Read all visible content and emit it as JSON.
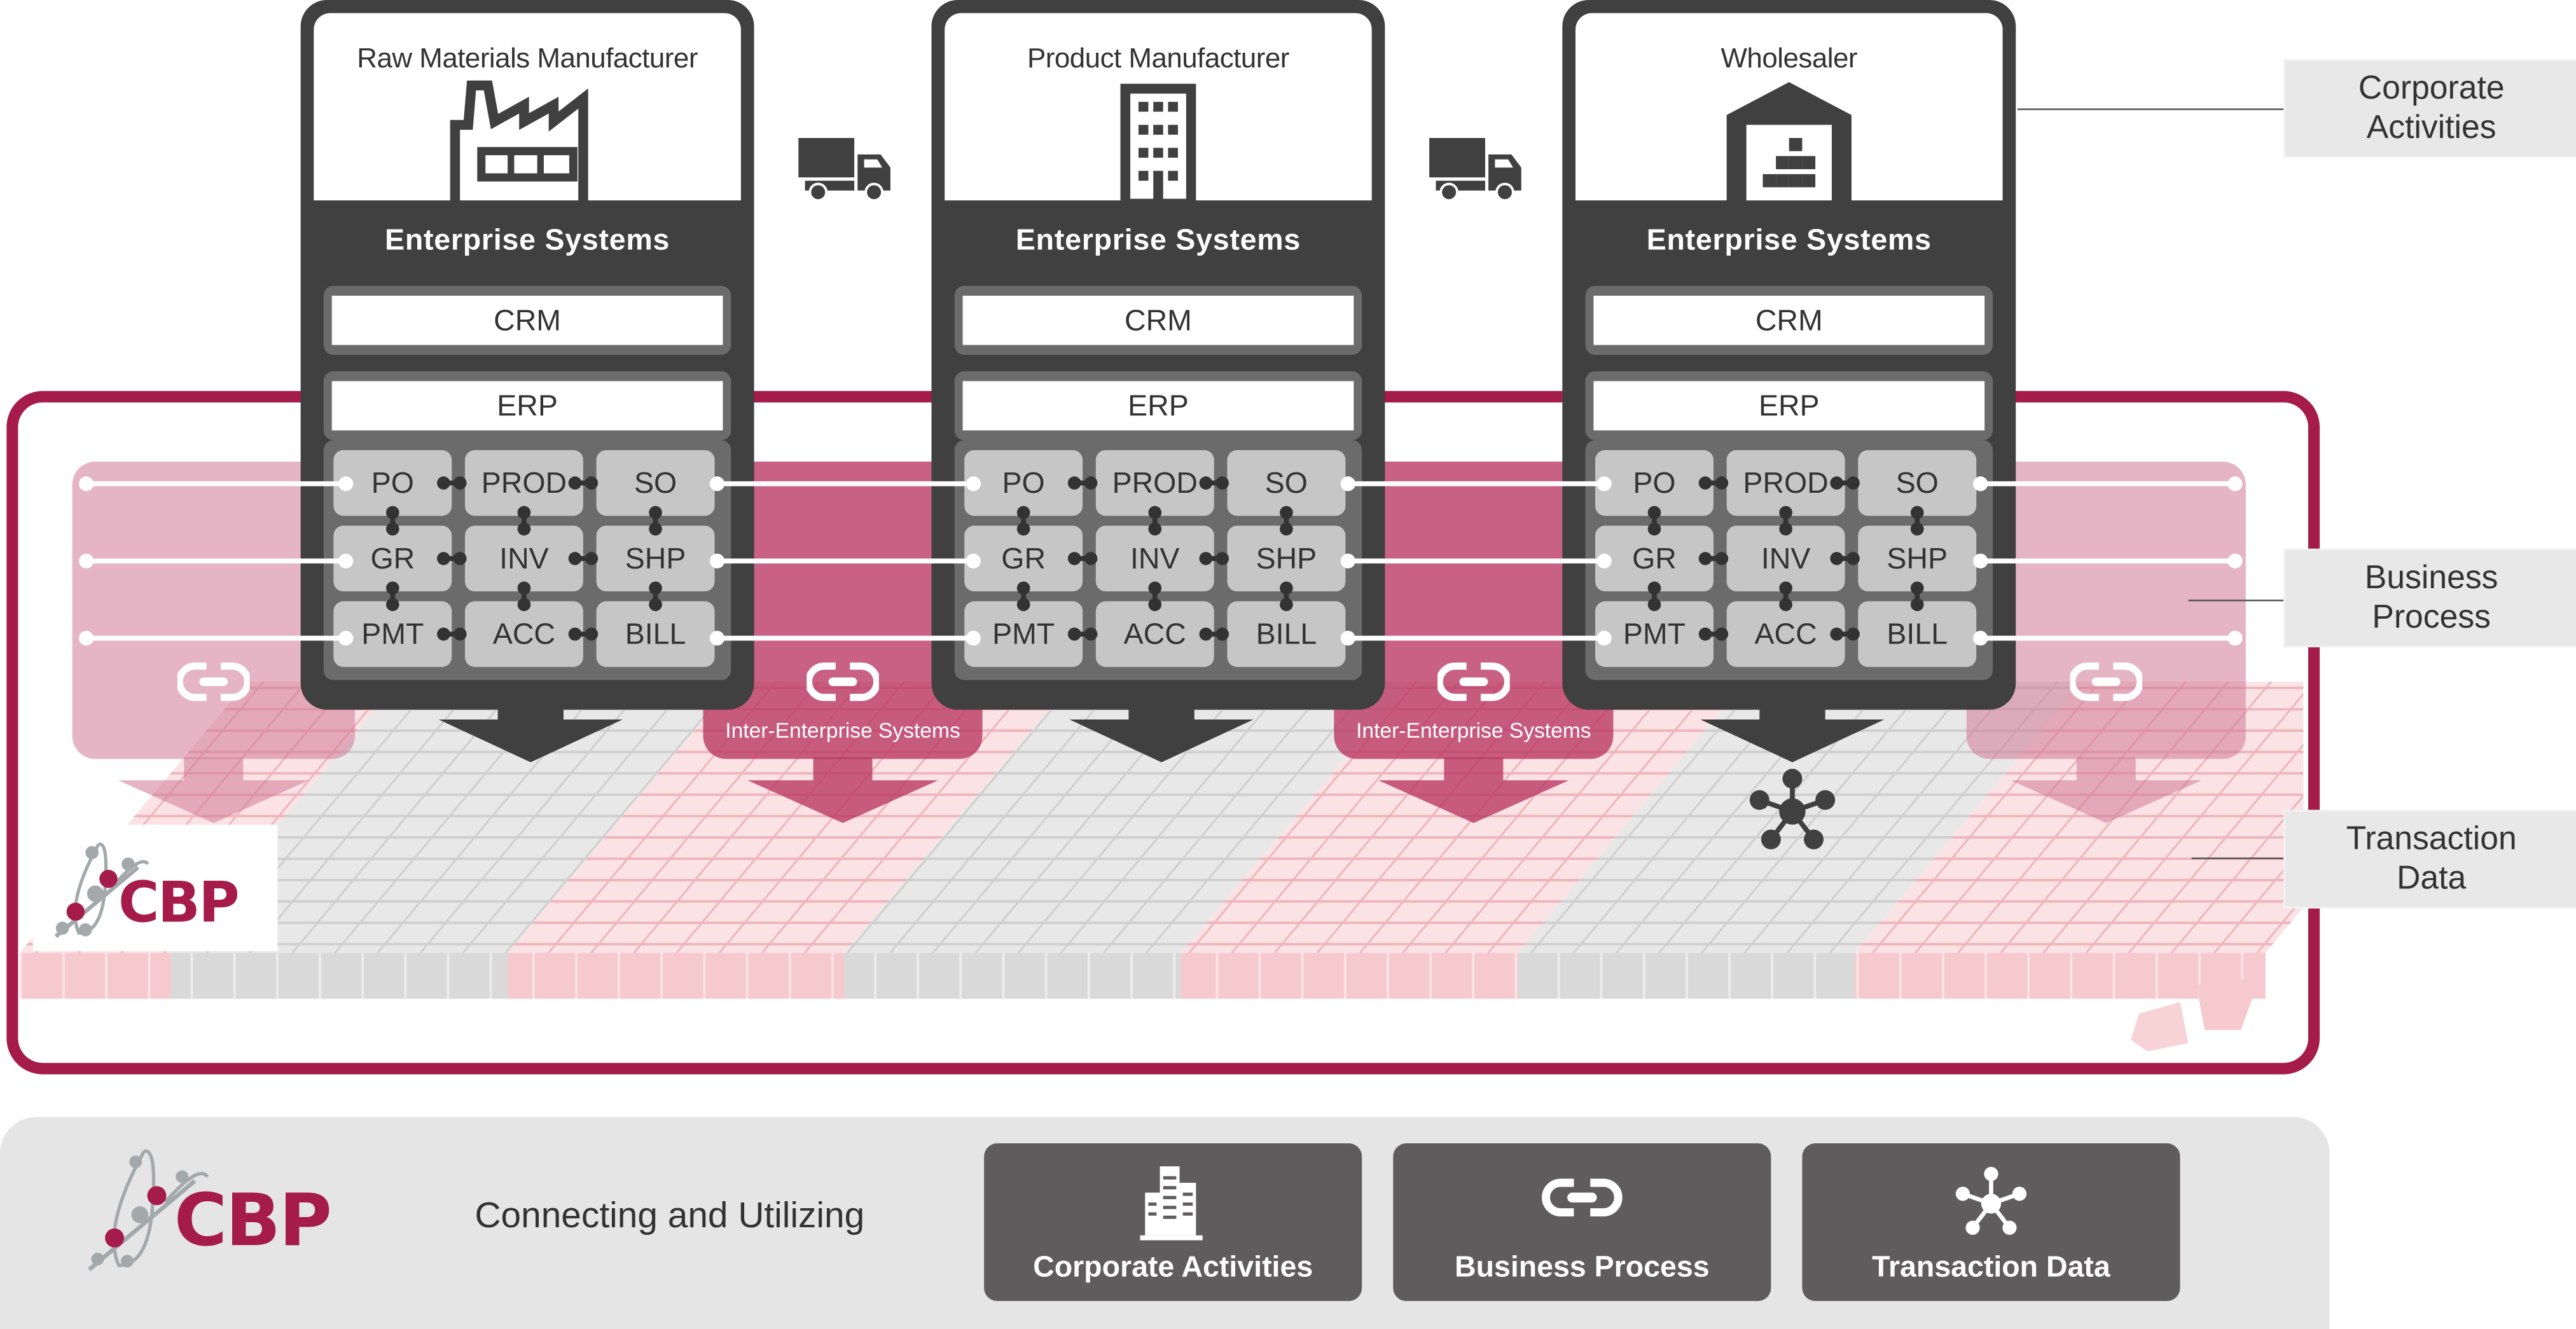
{
  "diagram": {
    "enterprises": [
      {
        "name": "Raw Materials Manufacturer",
        "icon": "factory-icon"
      },
      {
        "name": "Product Manufacturer",
        "icon": "office-building-icon"
      },
      {
        "name": "Wholesaler",
        "icon": "warehouse-icon"
      }
    ],
    "enterprise_systems_label": "Enterprise Systems",
    "crm_label": "CRM",
    "erp_label": "ERP",
    "process_modules": [
      "PO",
      "PROD",
      "SO",
      "GR",
      "INV",
      "SHP",
      "PMT",
      "ACC",
      "BILL"
    ],
    "inter_enterprise_label": "Inter-Enterprise Systems",
    "transport_icon": "truck-icon",
    "link_icon": "chain-link-icon",
    "data_hub_icon": "network-hub-icon",
    "side_labels": {
      "corporate": [
        "Corporate",
        "Activities"
      ],
      "business": [
        "Business",
        "Process"
      ],
      "transaction": [
        "Transaction",
        "Data"
      ]
    },
    "logo_text": "CBP"
  },
  "footer": {
    "logo_text": "CBP",
    "tagline": "Connecting and Utilizing",
    "tiles": [
      {
        "label": "Corporate Activities",
        "icon": "buildings-icon"
      },
      {
        "label": "Business Process",
        "icon": "chain-link-icon"
      },
      {
        "label": "Transaction Data",
        "icon": "network-hub-icon"
      }
    ]
  },
  "colors": {
    "crimson": "#a51b4a",
    "dark": "#404040",
    "pink_overlay": "#c2456f",
    "light_pink": "#f7d3d6",
    "grid_gray": "#e2e2e2",
    "tile_gray": "#5e5c5d",
    "band_gray": "#e5e5e5"
  }
}
